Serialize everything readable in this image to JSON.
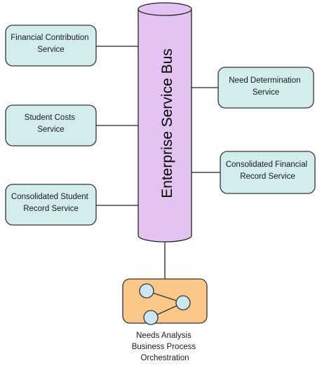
{
  "bus": {
    "label": "Enterprise Service Bus",
    "fill": "#e3c3f2",
    "stroke": "#222222"
  },
  "services": [
    {
      "id": "financial-contribution",
      "line1": "Financial Contribution",
      "line2": "Service",
      "side": "left"
    },
    {
      "id": "student-costs",
      "line1": "Student Costs",
      "line2": "Service",
      "side": "left"
    },
    {
      "id": "consolidated-student-record",
      "line1": "Consolidated Student",
      "line2": "Record Service",
      "side": "left"
    },
    {
      "id": "need-determination",
      "line1": "Need Determination",
      "line2": "Service",
      "side": "right"
    },
    {
      "id": "consolidated-financial-record",
      "line1": "Consolidated Financial",
      "line2": "Record Service",
      "side": "right"
    }
  ],
  "service_style": {
    "fill": "#d3ecec",
    "stroke": "#333333"
  },
  "orchestration": {
    "line1": "Needs Analysis",
    "line2": "Business Process",
    "line3": "Orchestration",
    "fill": "#fbc88a",
    "stroke": "#333333",
    "node_fill": "#cde7f2",
    "icon": "process-network-icon"
  }
}
